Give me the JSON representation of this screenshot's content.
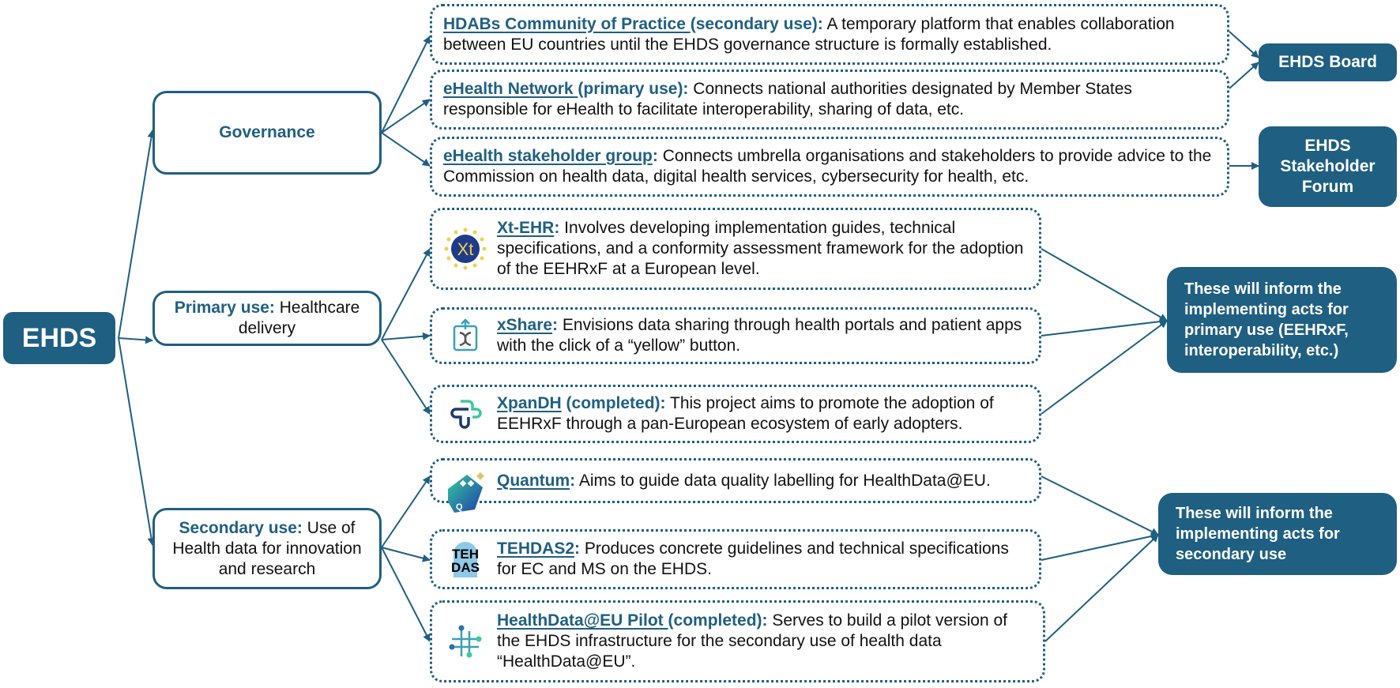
{
  "root": {
    "label": "EHDS"
  },
  "colors": {
    "primary": "#1f5f82",
    "text": "#111111",
    "background": "#ffffff"
  },
  "categories": {
    "governance": {
      "title": "Governance"
    },
    "primary": {
      "title": "Primary use:",
      "rest": " Healthcare delivery"
    },
    "secondary": {
      "title": "Secondary use:",
      "rest": " Use of Health data for innovation and research"
    }
  },
  "governance_items": [
    {
      "name": "HDABs Community of Practice ",
      "qualifier": "(secondary use):",
      "desc": " A temporary platform that enables collaboration between EU countries until the EHDS governance structure is formally established."
    },
    {
      "name": "eHealth Network ",
      "qualifier": "(primary use):",
      "desc": " Connects national authorities designated by Member States responsible for eHealth to facilitate interoperability, sharing of data, etc."
    },
    {
      "name": "eHealth stakeholder group",
      "qualifier": ":",
      "desc": " Connects umbrella organisations and stakeholders to provide advice to the Commission on health data, digital health services, cybersecurity for health, etc."
    }
  ],
  "primary_items": [
    {
      "name": " Xt-EHR",
      "qualifier": ":",
      "desc": " Involves developing implementation guides, technical specifications, and a conformity assessment framework for the adoption of the EEHRxF at a European level.",
      "icon": "xt-ehr-logo-icon"
    },
    {
      "name": "xShare",
      "qualifier": ":",
      "desc": " Envisions data sharing through health portals and patient apps with the click of a “yellow” button.",
      "icon": "xshare-logo-icon"
    },
    {
      "name": "XpanDH",
      "qualifier": " (completed):",
      "desc": " This project aims to promote the adoption of EEHRxF through a pan-European ecosystem of early adopters.",
      "icon": "xpandh-logo-icon"
    }
  ],
  "secondary_items": [
    {
      "name": "Quantum",
      "qualifier": ":",
      "desc": " Aims to guide data quality labelling for HealthData@EU.",
      "icon": "quantum-logo-icon"
    },
    {
      "name": "TEHDAS2",
      "qualifier": ":",
      "desc": " Produces concrete guidelines and technical specifications for EC and MS on the EHDS.",
      "icon": "tehdas2-logo-icon"
    },
    {
      "name": "HealthData@EU Pilot ",
      "qualifier": "(completed):",
      "desc": " Serves to build a pilot version of the EHDS infrastructure for the secondary use of health data “HealthData@EU”.",
      "icon": "healthdata-eu-logo-icon"
    }
  ],
  "outcomes": {
    "board": "EHDS Board",
    "forum": "EHDS Stakeholder Forum",
    "primary_acts": "These will inform the implementing acts for primary use (EEHRxF, interoperability, etc.)",
    "secondary_acts": "These will inform the implementing acts for secondary use"
  },
  "logo_text": {
    "xt": "Xt",
    "tehdas_top": "TEH",
    "tehdas_bottom": "DAS",
    "quantum": "Q"
  }
}
